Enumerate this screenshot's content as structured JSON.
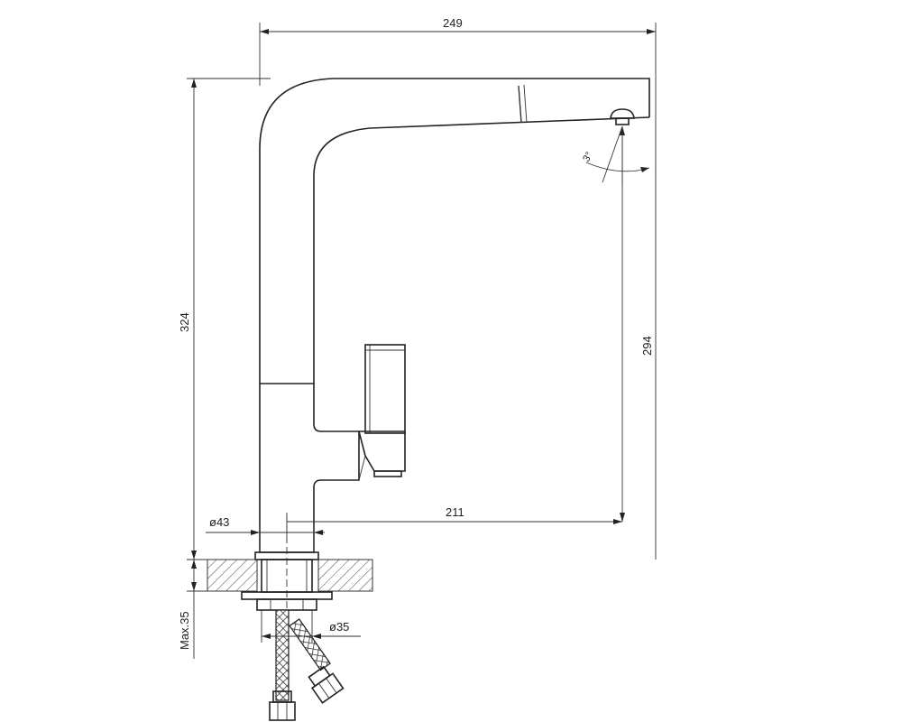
{
  "dimensions": {
    "spout_reach": "249",
    "total_height": "324",
    "spout_height": "294",
    "swivel_reach": "211",
    "body_diameter": "ø43",
    "hole_diameter": "ø35",
    "max_thickness": "Max.35",
    "spout_angle": "3°"
  },
  "colors": {
    "line": "#222222",
    "background": "#ffffff"
  }
}
